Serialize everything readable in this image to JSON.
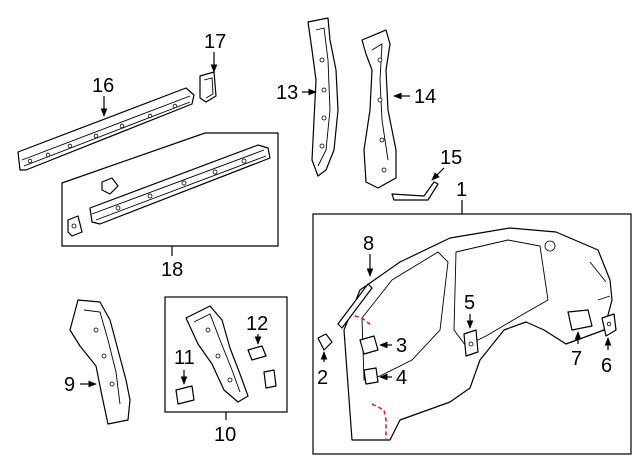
{
  "callouts": {
    "c1": "1",
    "c2": "2",
    "c3": "3",
    "c4": "4",
    "c5": "5",
    "c6": "6",
    "c7": "7",
    "c8": "8",
    "c9": "9",
    "c10": "10",
    "c11": "11",
    "c12": "12",
    "c13": "13",
    "c14": "14",
    "c15": "15",
    "c16": "16",
    "c17": "17",
    "c18": "18"
  },
  "colors": {
    "line": "#000000",
    "cut_line": "#e0202a",
    "background": "#ffffff"
  }
}
